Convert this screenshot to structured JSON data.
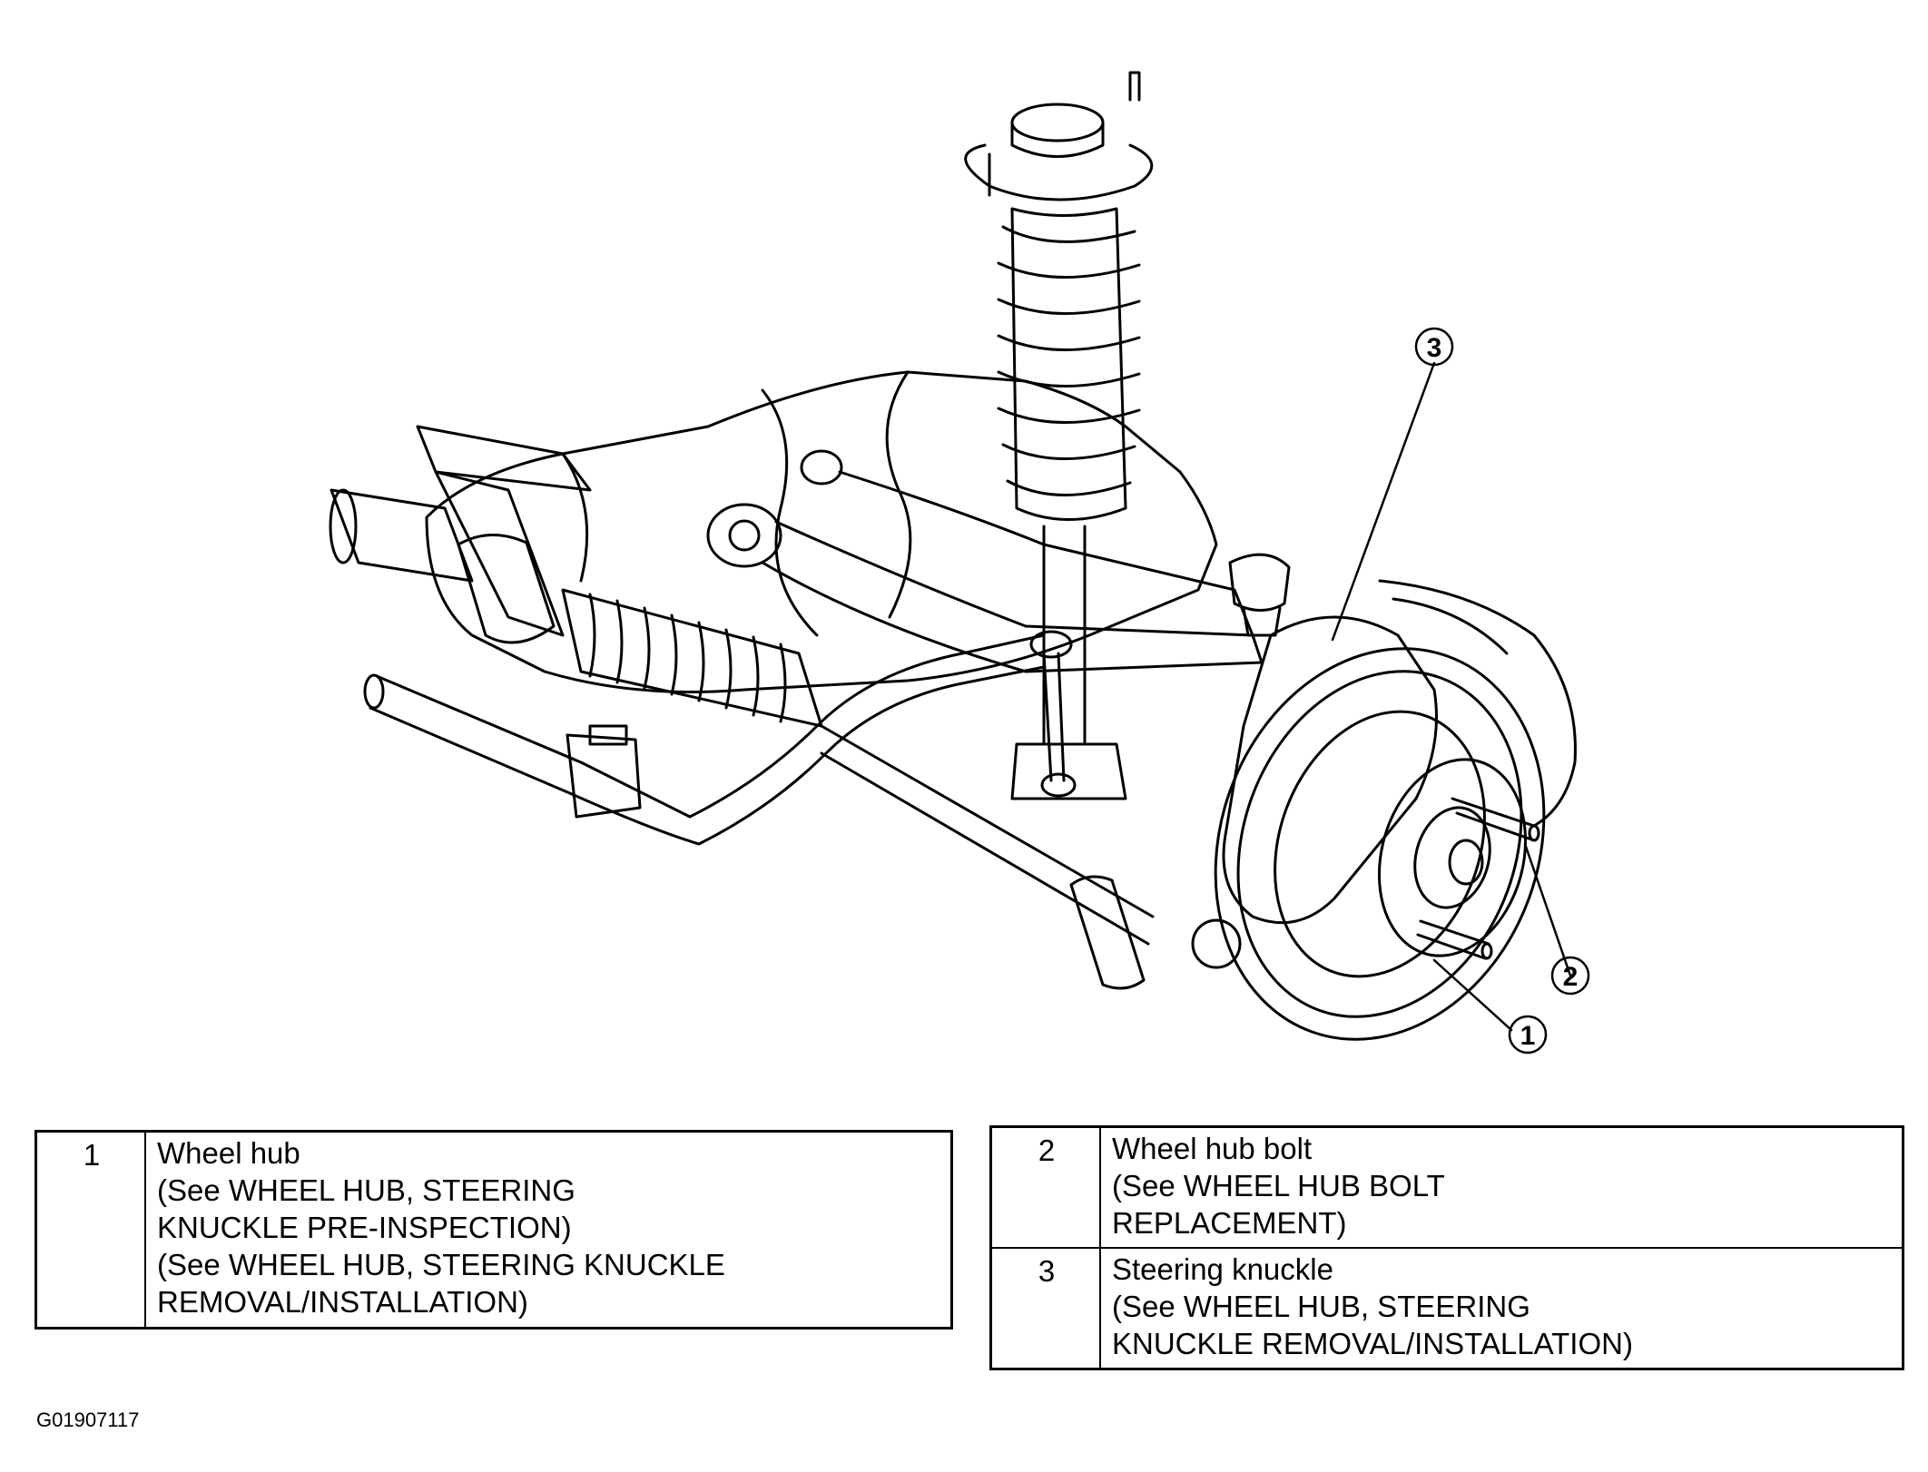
{
  "callouts": [
    {
      "number": "1",
      "part": "Wheel hub"
    },
    {
      "number": "2",
      "part": "Wheel hub bolt"
    },
    {
      "number": "3",
      "part": "Steering knuckle"
    }
  ],
  "legend_left": [
    {
      "number": "1",
      "description": "Wheel hub\n(See  WHEEL HUB, STEERING\nKNUCKLE PRE-INSPECTION)\n(See  WHEEL HUB, STEERING KNUCKLE\nREMOVAL/INSTALLATION)"
    }
  ],
  "legend_right": [
    {
      "number": "2",
      "description": "Wheel hub bolt\n(See WHEEL HUB BOLT\nREPLACEMENT)"
    },
    {
      "number": "3",
      "description": "Steering knuckle\n(See WHEEL HUB, STEERING\nKNUCKLE REMOVAL/INSTALLATION)"
    }
  ],
  "figure_id": "G01907117"
}
